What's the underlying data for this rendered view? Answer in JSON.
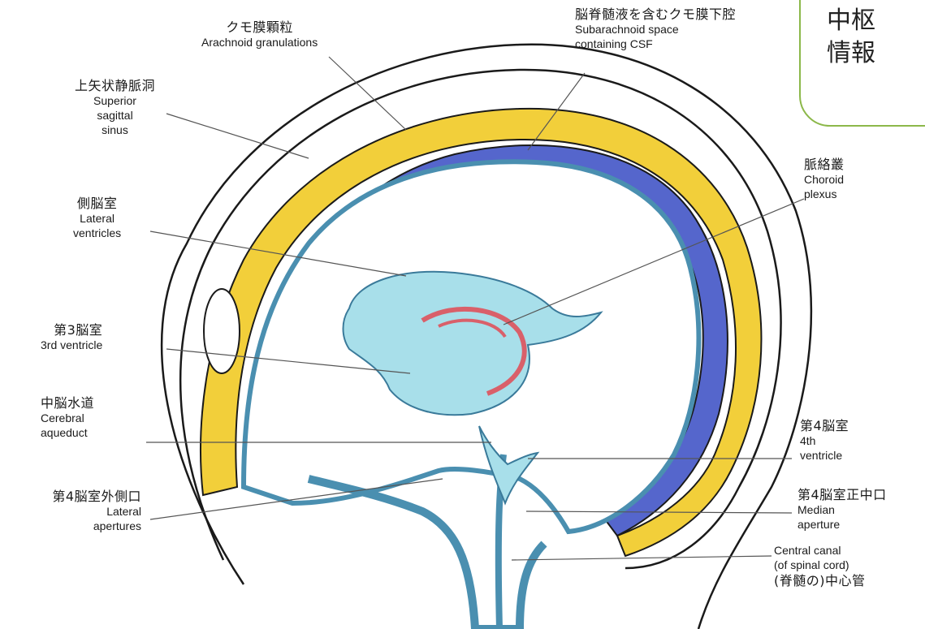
{
  "labels": {
    "arachnoid_granulations": {
      "ja": "クモ膜顆粒",
      "en": "Arachnoid granulations"
    },
    "subarachnoid_space": {
      "ja": "脳脊髄液を含むクモ膜下腔",
      "en1": "Subarachnoid space",
      "en2": "containing CSF"
    },
    "superior_sagittal_sinus": {
      "ja": "上矢状静脈洞",
      "en1": "Superior",
      "en2": "sagittal",
      "en3": "sinus"
    },
    "choroid_plexus": {
      "ja": "脈絡叢",
      "en1": "Choroid",
      "en2": "plexus"
    },
    "lateral_ventricles": {
      "ja": "側脳室",
      "en1": "Lateral",
      "en2": "ventricles"
    },
    "third_ventricle": {
      "ja": "第3脳室",
      "en": "3rd ventricle"
    },
    "cerebral_aqueduct": {
      "ja": "中脳水道",
      "en1": "Cerebral",
      "en2": "aqueduct"
    },
    "fourth_ventricle": {
      "ja": "第4脳室",
      "en1": "4th",
      "en2": "ventricle"
    },
    "lateral_apertures": {
      "ja": "第4脳室外側口",
      "en1": "Lateral",
      "en2": "apertures"
    },
    "median_aperture": {
      "ja": "第4脳室正中口",
      "en1": "Median",
      "en2": "aperture"
    },
    "central_canal": {
      "en1": "Central canal",
      "en2": "(of spinal cord)",
      "ja": "(脊髄の)中心管"
    }
  },
  "note_box": {
    "line1": "中枢",
    "line2": "情報"
  },
  "colors": {
    "dura_yellow": "#f2cf3a",
    "subarachnoid_blue": "#5566cc",
    "ventricle_cyan": "#a8dfea",
    "choroid_red": "#d9606a",
    "outline": "#1a1a1a",
    "note_border": "#8cb84a"
  }
}
